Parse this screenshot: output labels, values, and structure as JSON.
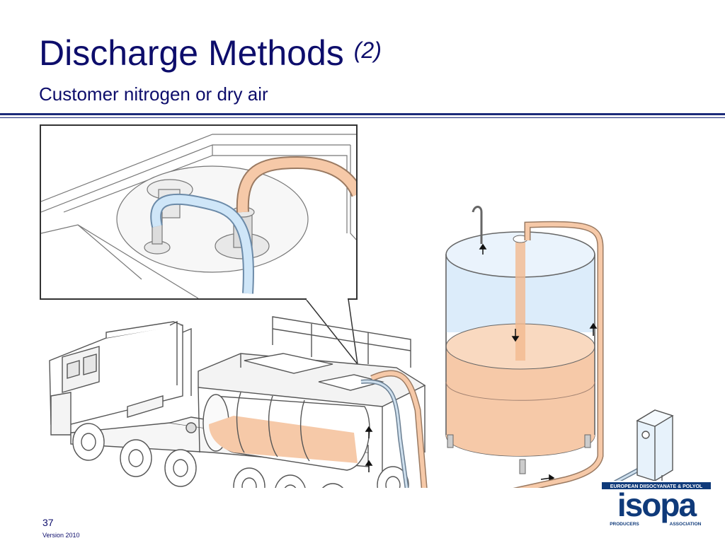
{
  "slide": {
    "title": "Discharge Methods",
    "title_number": "(2)",
    "subtitle": "Customer nitrogen or dry air",
    "page_number": "37",
    "version": "Version 2010"
  },
  "logo": {
    "top_text": "EUROPEAN DIISOCYANATE & POLYOL",
    "brand": "isopa",
    "bottom_left": "PRODUCERS",
    "bottom_right": "ASSOCIATION"
  },
  "colors": {
    "title": "#0d0d6b",
    "rule": "#1c2a7a",
    "product": "#f6c9a8",
    "gas": "#cfe6f8",
    "line": "#555555"
  }
}
